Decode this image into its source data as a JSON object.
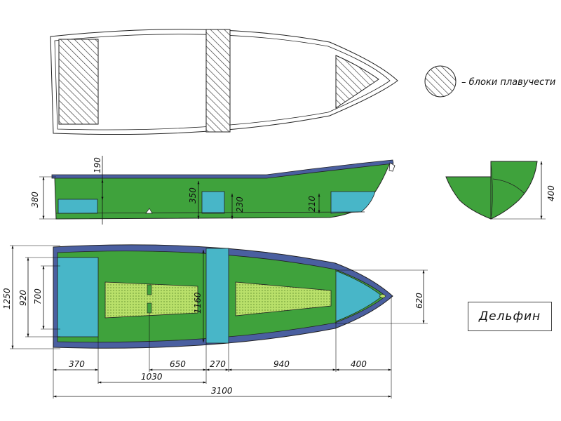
{
  "legend": {
    "label": "– блоки плавучести",
    "icon": "hatched-circle-icon"
  },
  "title": "Дельфин",
  "colors": {
    "hull": "#3fa23c",
    "gunwale": "#4a5fa0",
    "seat": "#48b6c8",
    "floor_panel": "#b9e06a",
    "line": "#111111",
    "hatch": "#333333"
  },
  "side_view": {
    "dims": {
      "h_total": "380",
      "h_bow_top": "190",
      "h_mid": "350",
      "h_seat_mid": "230",
      "h_seat_aft": "210"
    }
  },
  "front_view": {
    "dims": {
      "height": "400"
    }
  },
  "plan_view": {
    "dims": {
      "width_total": "1250",
      "width_920": "920",
      "width_700": "700",
      "width_mid": "1160",
      "width_bow": "620",
      "len_370": "370",
      "len_650": "650",
      "len_270": "270",
      "len_940": "940",
      "len_400": "400",
      "len_1030": "1030",
      "len_total": "3100"
    }
  }
}
